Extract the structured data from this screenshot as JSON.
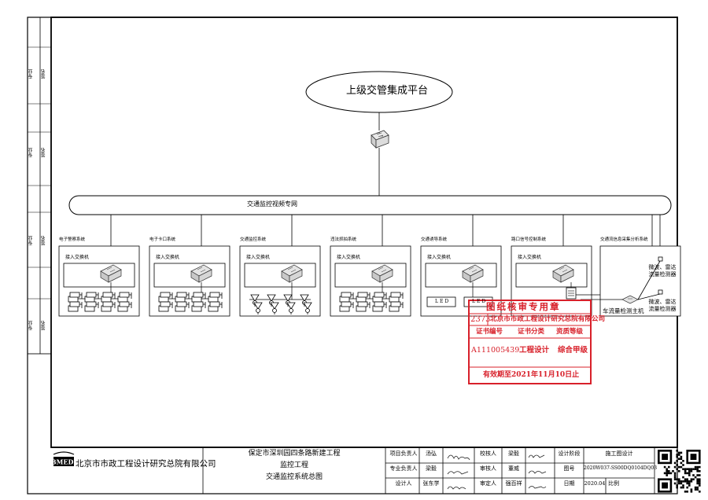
{
  "platform": {
    "label": "上级交管集成平台"
  },
  "network": {
    "label": "交通监控视频专网"
  },
  "subsystems": [
    {
      "title": "电子警察系统",
      "switch_label": "接入交换机",
      "device": "camera"
    },
    {
      "title": "电子卡口系统",
      "switch_label": "接入交换机",
      "device": "camera"
    },
    {
      "title": "交通监控系统",
      "switch_label": "接入交换机",
      "device": "dome"
    },
    {
      "title": "违法抓拍系统",
      "switch_label": "接入交换机",
      "device": "camera"
    },
    {
      "title": "交通诱导系统",
      "switch_label": "接入交换机",
      "device": "led",
      "led_text": "LED"
    },
    {
      "title": "路口信号控制系统",
      "switch_label": "接入交换机",
      "device": "signal"
    },
    {
      "title": "交通流信息采集分析系统",
      "switch_label": "",
      "device": "collector"
    }
  ],
  "flow_system": {
    "detector_label_1": "微波、雷达流量检测器",
    "detector_label_2": "微波、雷达流量检测器",
    "host_label": "车流量检测主机",
    "detector_lines": [
      "微波、雷达",
      "流量检测器"
    ]
  },
  "side_strip": {
    "labels": [
      "专业",
      "签名",
      "专业",
      "签名",
      "专业",
      "签名",
      "专业",
      "签名"
    ]
  },
  "stamp": {
    "header": "图纸核审专用章",
    "number": "2373",
    "org": "北京市市政工程设计研究总院有限公司",
    "col_headers": [
      "证书编号",
      "证书分类",
      "资质等级"
    ],
    "values": [
      "A111005439",
      "工程设计",
      "综合甲级"
    ],
    "validity": "有效期至2021年11月10日止"
  },
  "title_block": {
    "company": "北京市市政工程设计研究总院有限公司",
    "project_line1": "保定市深圳园四条路新建工程",
    "project_line2": "监控工程",
    "drawing_title": "交通监控系统总图",
    "rows": [
      {
        "role": "项目负责人",
        "name": "汤弘",
        "role2": "校核人",
        "name2": "梁毅",
        "field": "设计阶段",
        "value": "施工图设计"
      },
      {
        "role": "专业负责人",
        "name": "梁毅",
        "role2": "审核人",
        "name2": "董威",
        "field": "图号",
        "value": "2020W037-SS00DQ0104DQ03"
      },
      {
        "role": "设计人",
        "name": "张东学",
        "role2": "审定人",
        "name2": "强百祥",
        "field": "日期",
        "value": "2020.04",
        "field2": "比例"
      }
    ]
  }
}
